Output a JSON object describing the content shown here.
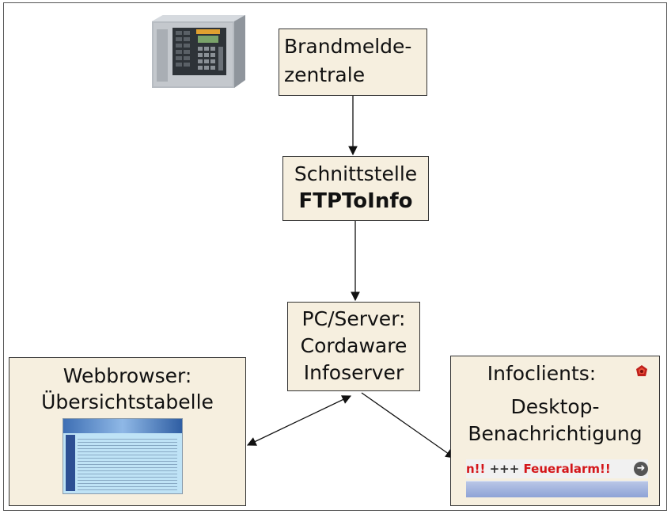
{
  "nodes": {
    "bmz": {
      "line1": "Brandmelde-",
      "line2": "zentrale"
    },
    "ftp": {
      "line1": "Schnittstelle",
      "line2": "FTPToInfo"
    },
    "pc": {
      "line1": "PC/Server:",
      "line2": "Cordaware",
      "line3": "Infoserver"
    },
    "web": {
      "line1": "Webbrowser:",
      "line2": "Übersichtstabelle"
    },
    "info": {
      "line1": "Infoclients:",
      "line2": "Desktop-",
      "line3": "Benachrichtigung"
    }
  },
  "ticker": {
    "part1": "n!!",
    "part2": " +++ ",
    "part3": "Feueralarm!!"
  },
  "icons": [
    "fire-alarm-panel-image",
    "webbrowser-screenshot",
    "infoclient-logo-icon",
    "ticker-arrow-icon"
  ],
  "colors": {
    "box_fill": "#f6efdf",
    "alarm_red": "#d4161a"
  }
}
